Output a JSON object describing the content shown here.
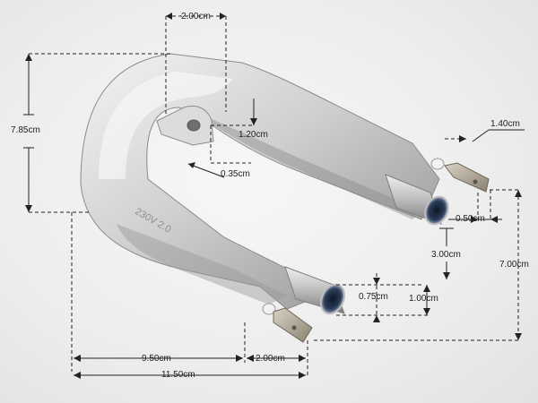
{
  "colors": {
    "background": "#ececec",
    "metal_light": "#eeeeee",
    "metal_mid": "#c8c8c8",
    "metal_dark": "#8e8e8e",
    "dimension_line": "#222222",
    "tube_opening": "#1e2a40"
  },
  "dimensions": {
    "top_width": "2.00cm",
    "total_height": "7.85cm",
    "bracket_offset": "1.20cm",
    "bracket_hole": "0.35cm",
    "terminal_length": "1.40cm",
    "terminal_width": "0.50cm",
    "tube_gap": "3.00cm",
    "side_height": "7.00cm",
    "tube_diameter": "0.75cm",
    "tube_spacing": "1.00cm",
    "bend_length": "9.50cm",
    "bottom_gap": "2.00cm",
    "total_length": "11.50cm"
  },
  "image_marks": {
    "embossed_text": "230V 2.0"
  }
}
